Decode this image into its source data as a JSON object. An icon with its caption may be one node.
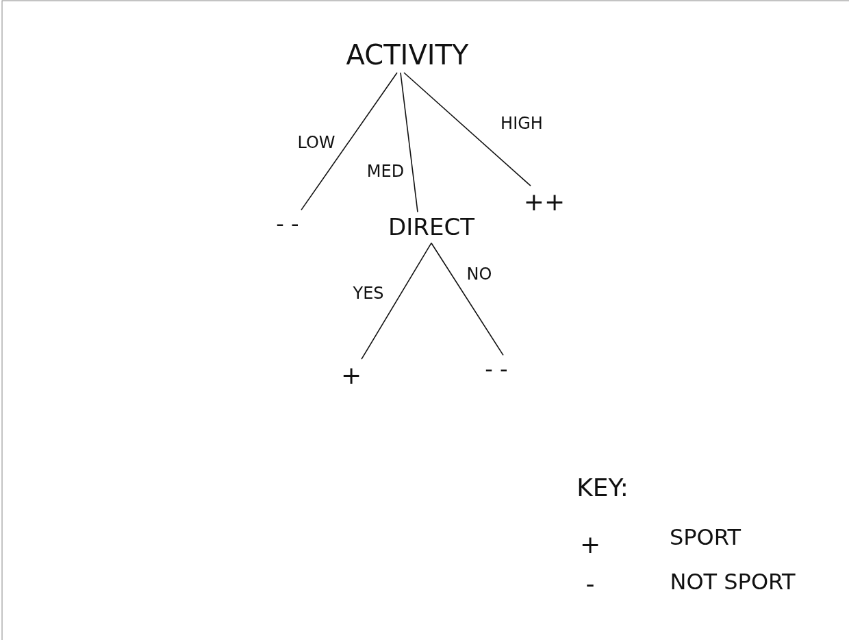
{
  "diagram": {
    "nodes": [
      {
        "text": [
          "ACTIVITY"
        ]
      },
      {
        "text": [
          "- -"
        ]
      },
      {
        "text": [
          "DIRECT"
        ]
      },
      {
        "text": [
          "++"
        ]
      },
      {
        "text": [
          "+"
        ]
      },
      {
        "text": [
          "- -"
        ]
      }
    ],
    "edges": [
      {
        "from": 0,
        "to": 1,
        "arrow": "none",
        "label": "LOW"
      },
      {
        "from": 0,
        "to": 2,
        "arrow": "none",
        "label": "MED"
      },
      {
        "from": 0,
        "to": 3,
        "arrow": "none",
        "label": "HIGH"
      },
      {
        "from": 2,
        "to": 4,
        "arrow": "none",
        "label": "YES"
      },
      {
        "from": 2,
        "to": 5,
        "arrow": "none",
        "label": "NO"
      }
    ],
    "labels": [
      "KEY:",
      "+",
      "SPORT",
      "-",
      "NOT SPORT"
    ]
  }
}
